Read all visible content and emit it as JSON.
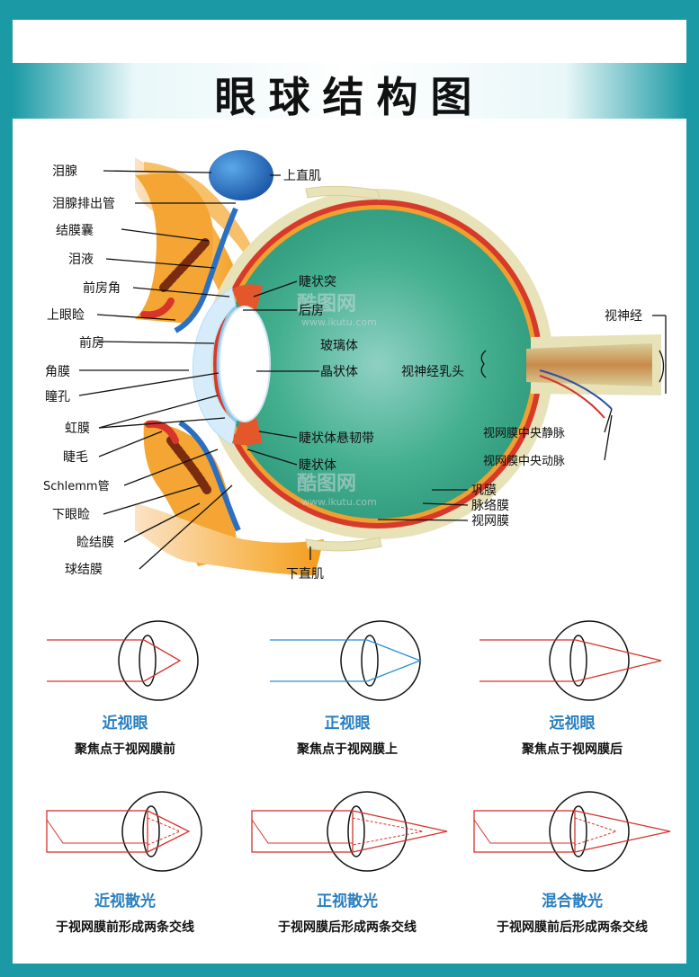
{
  "title": "眼球结构图",
  "watermark": {
    "brand": "酷图网",
    "url": "www.ikutu.com"
  },
  "labels": {
    "lacrimal_gland": "泪腺",
    "lacrimal_duct": "泪腺排出管",
    "conjunctival_sac": "结膜囊",
    "tear_fluid": "泪液",
    "anterior_chamber_angle": "前房角",
    "upper_eyelid": "上眼睑",
    "anterior_chamber": "前房",
    "cornea": "角膜",
    "pupil": "瞳孔",
    "iris": "虹膜",
    "eyelash": "睫毛",
    "schlemm_canal": "Schlemm管",
    "lower_eyelid": "下眼睑",
    "palpebral_conjunctiva": "睑结膜",
    "bulbar_conjunctiva": "球结膜",
    "superior_rectus": "上直肌",
    "ciliary_process": "睫状突",
    "posterior_chamber": "后房",
    "vitreous_body": "玻璃体",
    "lens": "晶状体",
    "optic_papilla": "视神经乳头",
    "zonule": "睫状体悬韧带",
    "ciliary_body": "睫状体",
    "optic_nerve": "视神经",
    "central_retinal_vein": "视网膜中央静脉",
    "central_retinal_artery": "视网膜中央动脉",
    "sclera": "巩膜",
    "choroid": "脉络膜",
    "retina": "视网膜",
    "inferior_rectus": "下直肌"
  },
  "conditions": [
    {
      "title": "近视眼",
      "desc": "聚焦点于视网膜前"
    },
    {
      "title": "正视眼",
      "desc": "聚焦点于视网膜上"
    },
    {
      "title": "远视眼",
      "desc": "聚焦点于视网膜后"
    },
    {
      "title": "近视散光",
      "desc": "于视网膜前形成两条交线"
    },
    {
      "title": "正视散光",
      "desc": "于视网膜后形成两条交线"
    },
    {
      "title": "混合散光",
      "desc": "于视网膜前后形成两条交线"
    }
  ],
  "colors": {
    "frame": "#1b9aa5",
    "title_accent": "#2a7fc1",
    "ray_red": "#d4342c",
    "ray_blue": "#2a8fd0",
    "vitreous": "#3aa88a",
    "sclera": "#e8e2b8"
  }
}
